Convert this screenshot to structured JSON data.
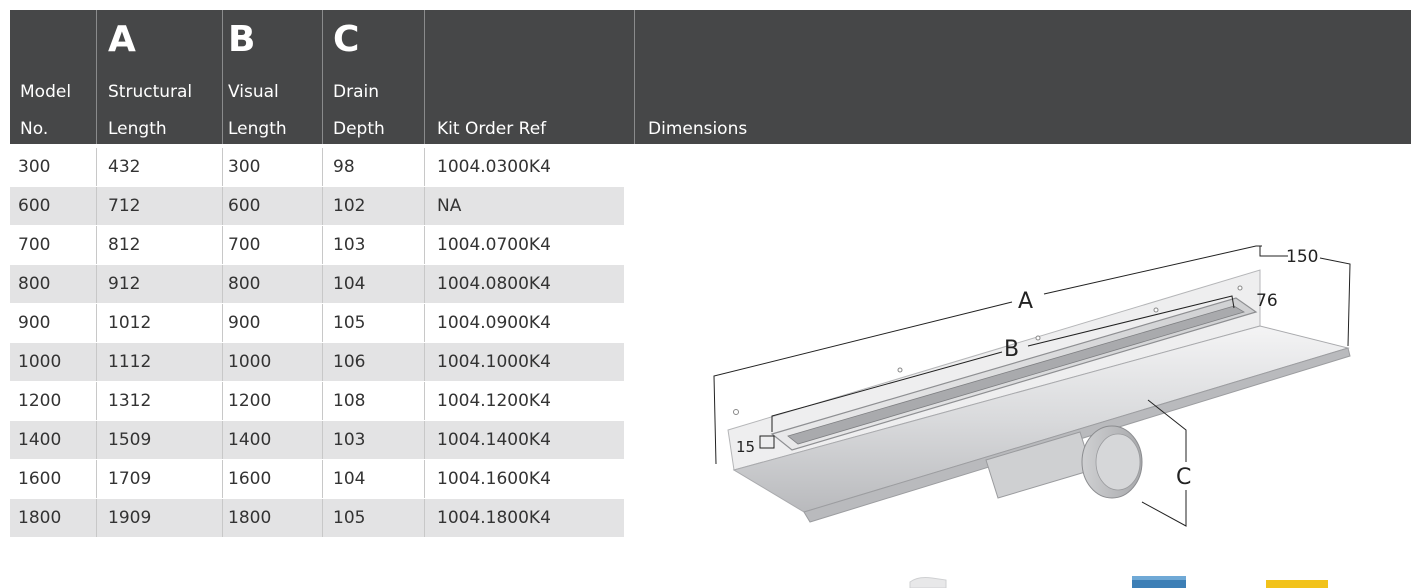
{
  "header": {
    "model": {
      "line1": "Model",
      "line2": "No."
    },
    "a": {
      "letter": "A",
      "line1": "Structural",
      "line2": "Length"
    },
    "b": {
      "letter": "B",
      "line1": "Visual",
      "line2": "Length"
    },
    "c": {
      "letter": "C",
      "line1": "Drain",
      "line2": "Depth"
    },
    "kit": "Kit Order Ref",
    "dimensions": "Dimensions"
  },
  "rows": [
    {
      "model": "300",
      "a": "432",
      "b": "300",
      "c": "98",
      "kit": "1004.0300K4"
    },
    {
      "model": "600",
      "a": "712",
      "b": "600",
      "c": "102",
      "kit": "NA"
    },
    {
      "model": "700",
      "a": "812",
      "b": "700",
      "c": "103",
      "kit": "1004.0700K4"
    },
    {
      "model": "800",
      "a": "912",
      "b": "800",
      "c": "104",
      "kit": "1004.0800K4"
    },
    {
      "model": "900",
      "a": "1012",
      "b": "900",
      "c": "105",
      "kit": "1004.0900K4"
    },
    {
      "model": "1000",
      "a": "1112",
      "b": "1000",
      "c": "106",
      "kit": "1004.1000K4"
    },
    {
      "model": "1200",
      "a": "1312",
      "b": "1200",
      "c": "108",
      "kit": "1004.1200K4"
    },
    {
      "model": "1400",
      "a": "1509",
      "b": "1400",
      "c": "103",
      "kit": "1004.1400K4"
    },
    {
      "model": "1600",
      "a": "1709",
      "b": "1600",
      "c": "104",
      "kit": "1004.1600K4"
    },
    {
      "model": "1800",
      "a": "1909",
      "b": "1800",
      "c": "105",
      "kit": "1004.1800K4"
    }
  ],
  "drawing": {
    "label_a": "A",
    "label_b": "B",
    "label_c": "C",
    "width_150": "150",
    "height_76": "76",
    "lip_15": "15"
  },
  "colors": {
    "header_bg": "#464748",
    "row_shade": "#e3e3e4"
  }
}
